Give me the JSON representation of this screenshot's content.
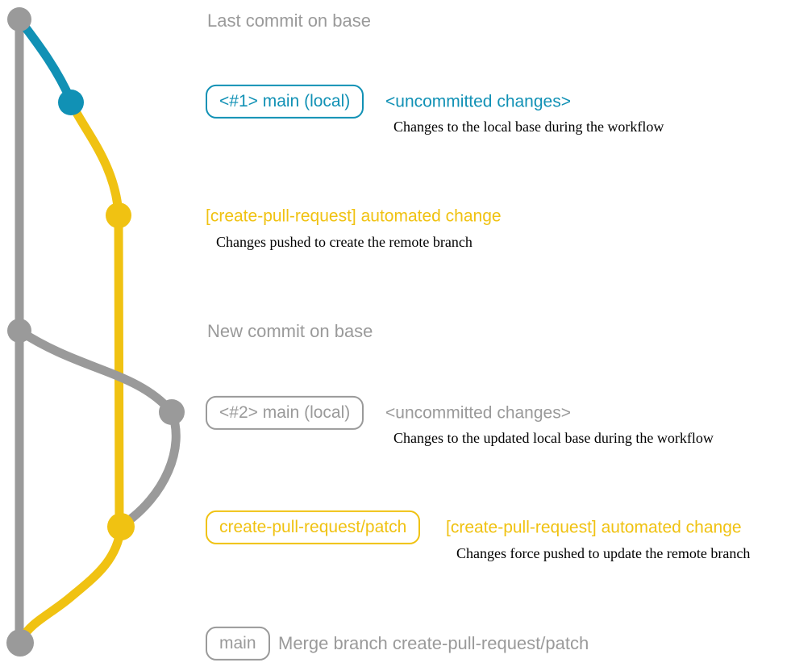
{
  "colors": {
    "blue": "#1191b5",
    "yellow": "#f0c212",
    "gray": "#9a9a9a",
    "caption": "#000000"
  },
  "graph": {
    "node_colors_top_to_bottom": [
      "gray",
      "blue",
      "yellow",
      "gray",
      "gray",
      "yellow",
      "gray"
    ],
    "branch_colors": {
      "base": "gray",
      "local_main": "blue",
      "create_pull_request_patch": "yellow"
    }
  },
  "rows": [
    {
      "kind": "label",
      "text": "Last commit on base"
    },
    {
      "kind": "entry",
      "badge": "<#1> main (local)",
      "heading": "<uncommitted changes>",
      "caption": "Changes to the local base during the workflow",
      "color": "blue"
    },
    {
      "kind": "entry",
      "heading": "[create-pull-request] automated change",
      "caption": "Changes pushed to create the remote branch",
      "color": "yellow"
    },
    {
      "kind": "label",
      "text": "New commit on base"
    },
    {
      "kind": "entry",
      "badge": "<#2> main (local)",
      "heading": "<uncommitted changes>",
      "caption": "Changes to the updated local base during the workflow",
      "color": "gray"
    },
    {
      "kind": "entry",
      "badge": "create-pull-request/patch",
      "heading": "[create-pull-request] automated change",
      "caption": "Changes force pushed to update the remote branch",
      "color": "yellow"
    },
    {
      "kind": "entry",
      "badge": "main",
      "heading": "Merge branch create-pull-request/patch",
      "color": "gray"
    }
  ]
}
